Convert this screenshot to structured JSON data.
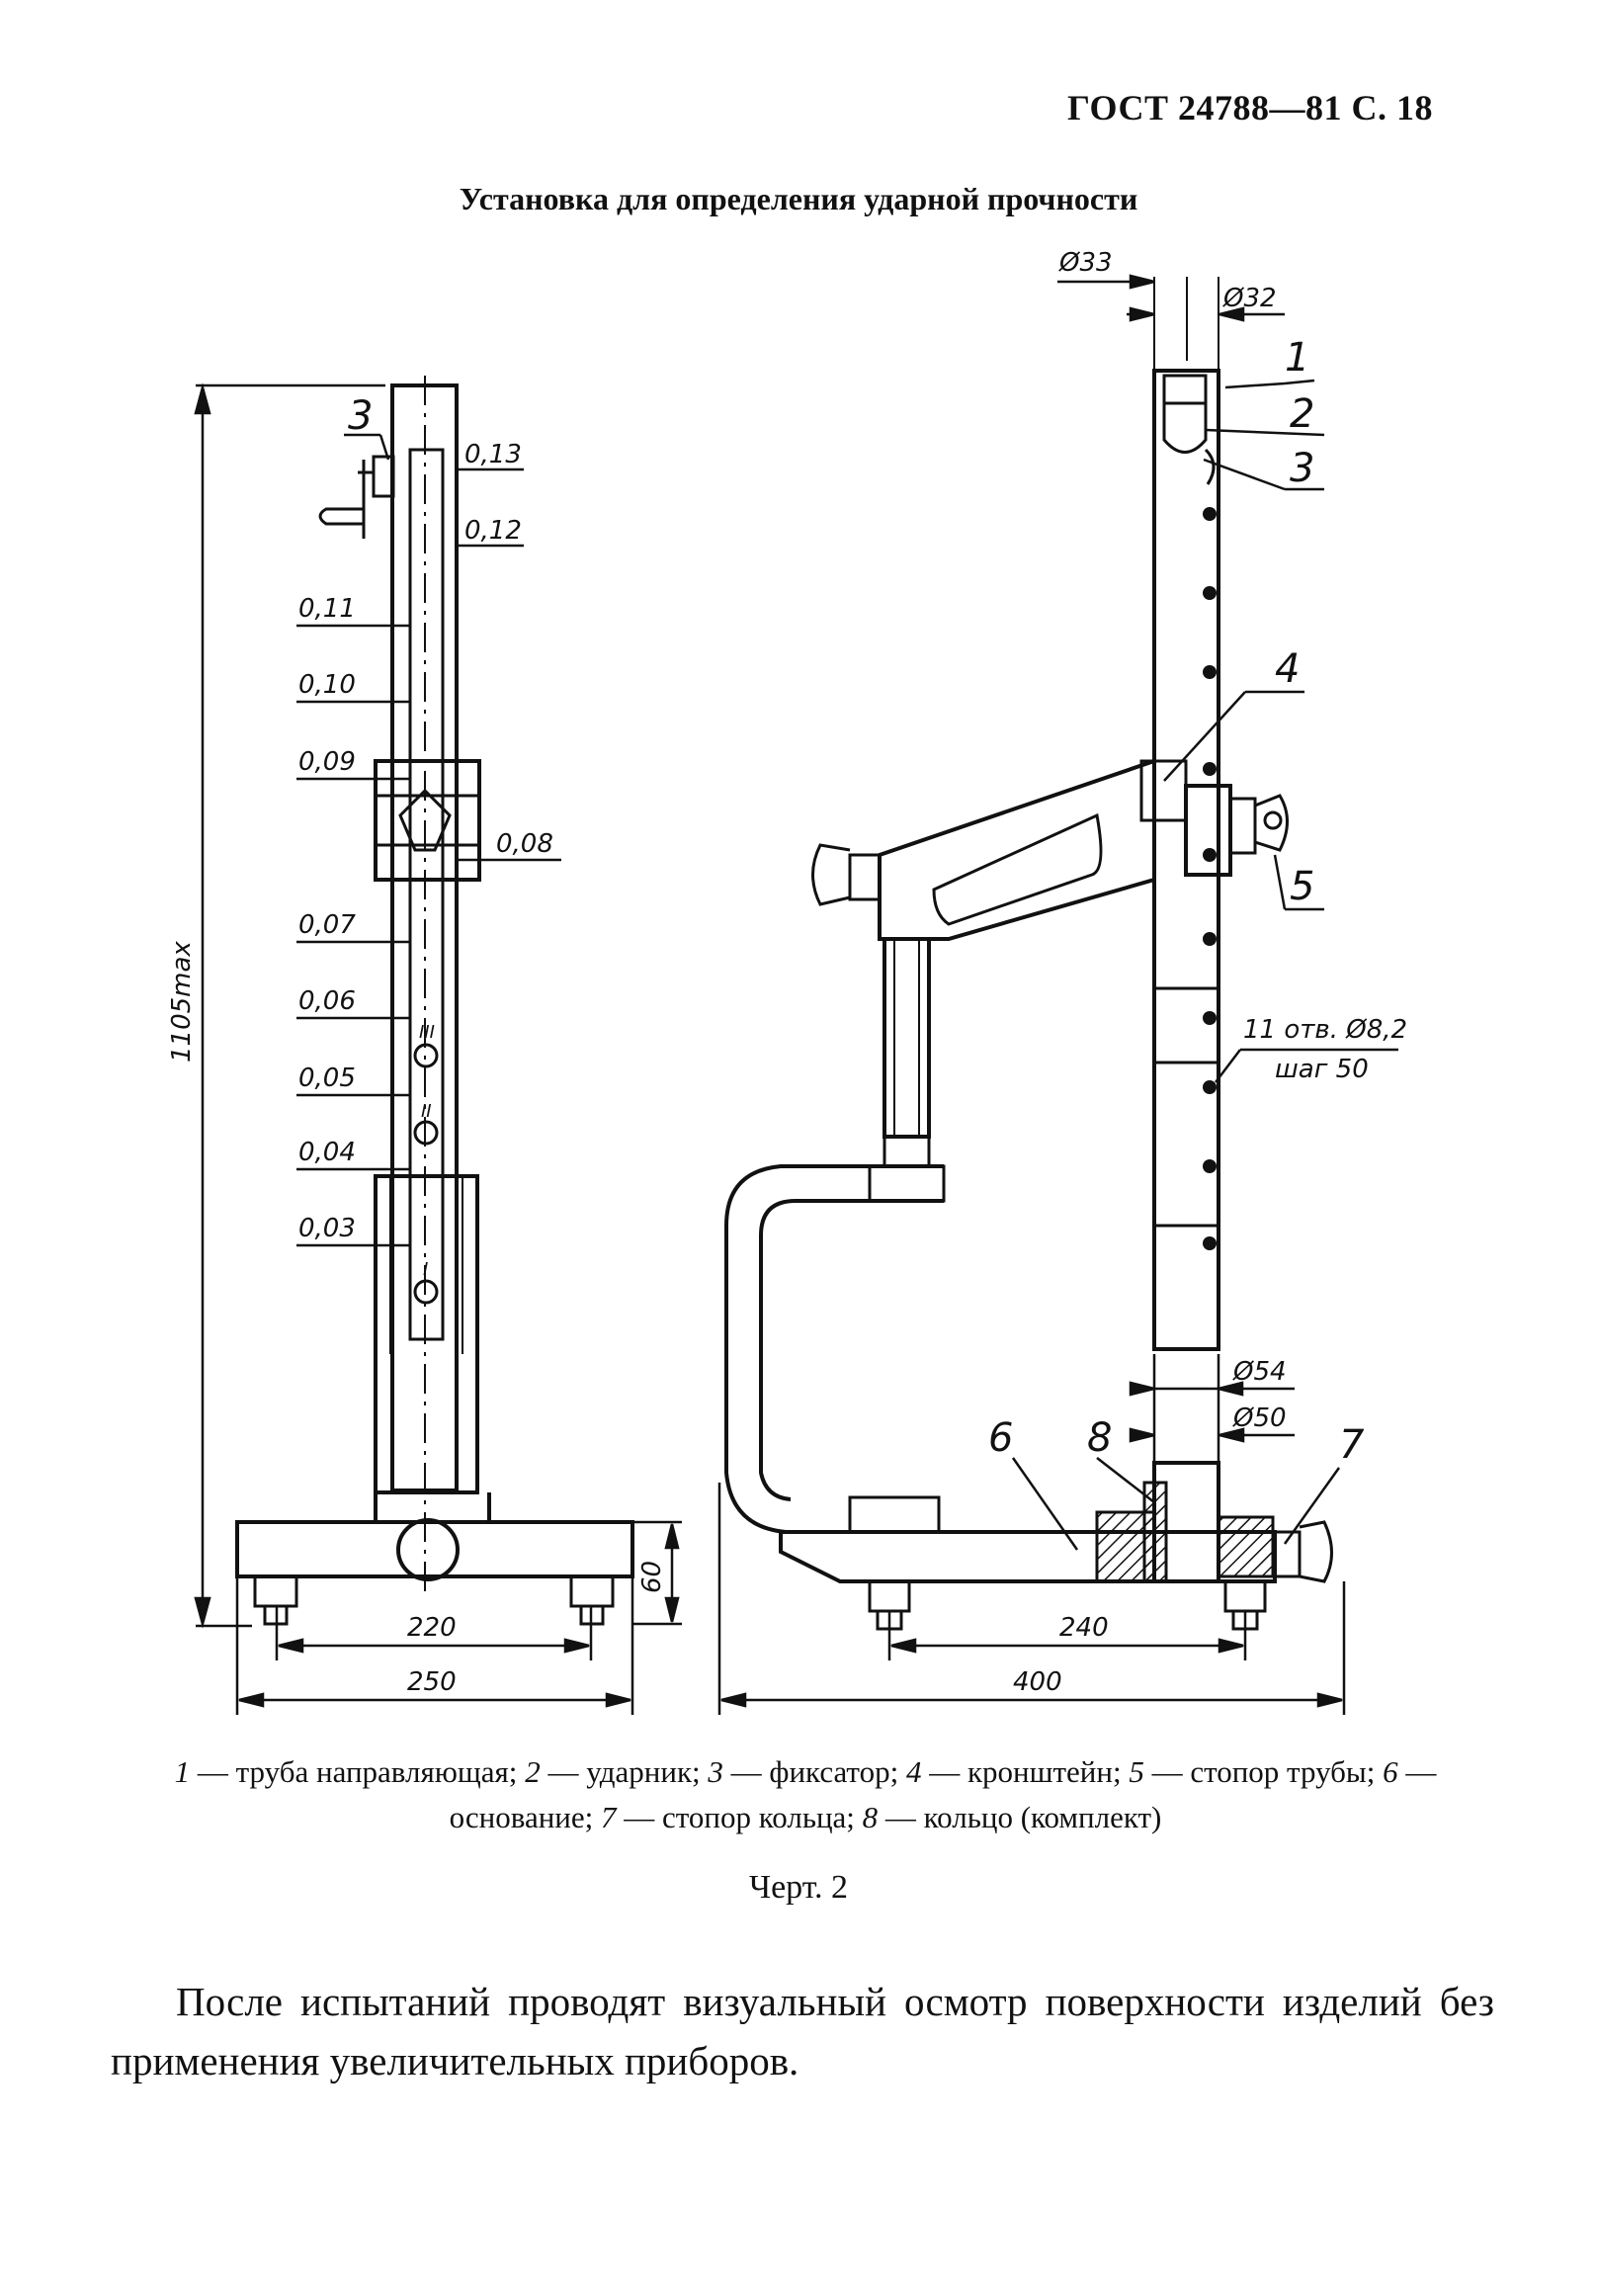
{
  "header": {
    "standard": "ГОСТ 24788—81 С. 18"
  },
  "figure": {
    "title": "Установка для определения ударной прочности",
    "left_view": {
      "callout": "3",
      "scale_marks": [
        "0,13",
        "0,12",
        "0,11",
        "0,10",
        "0,09",
        "0,08",
        "0,07",
        "0,06",
        "0,05",
        "0,04",
        "0,03"
      ],
      "roman_marks": [
        "III",
        "II",
        "I"
      ],
      "dim_height": "1105max",
      "dim_inner_width": "220",
      "dim_outer_width": "250",
      "dim_base_height": "60"
    },
    "right_view": {
      "dim_tube_outer": "Ø33",
      "dim_tube_inner": "Ø32",
      "callouts": [
        "1",
        "2",
        "3",
        "4",
        "5",
        "6",
        "7",
        "8"
      ],
      "holes_note_line1": "11 отв. Ø8,2",
      "holes_note_line2": "шаг 50",
      "dim_ring_outer": "Ø54",
      "dim_ring_inner": "Ø50",
      "dim_base_inner": "240",
      "dim_base_total": "400"
    }
  },
  "legend": [
    {
      "num": "1",
      "text": " — труба направляющая; "
    },
    {
      "num": "2",
      "text": " — ударник; "
    },
    {
      "num": "3",
      "text": " — фиксатор; "
    },
    {
      "num": "4",
      "text": " — кронштейн; "
    },
    {
      "num": "5",
      "text": " — стопор трубы; "
    },
    {
      "num": "6",
      "text": " — основание; "
    },
    {
      "num": "7",
      "text": " — стопор кольца; "
    },
    {
      "num": "8",
      "text": " — кольцо (комплект)"
    }
  ],
  "caption": "Черт. 2",
  "paragraph": "После испытаний проводят визуальный осмотр поверхности изделий без применения увеличительных приборов."
}
